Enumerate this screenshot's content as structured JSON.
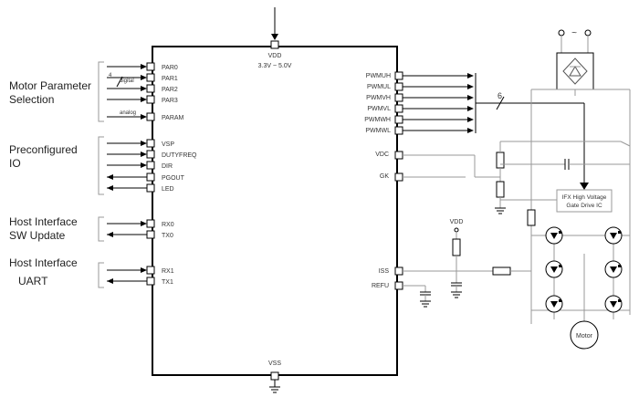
{
  "groups": {
    "motor_param_1": "Motor Parameter",
    "motor_param_2": "Selection",
    "preconf_1": "Preconfigured",
    "preconf_2": "IO",
    "host_sw_1": "Host Interface",
    "host_sw_2": "SW Update",
    "host_uart_1": "Host Interface",
    "host_uart_2": "UART"
  },
  "annotations": {
    "bus_count": "4",
    "digital": "digital",
    "analog": "analog",
    "pwm_bus_count": "6"
  },
  "supply": {
    "vdd_top": "VDD",
    "vdd_range": "3.3V ~ 5.0V",
    "vss": "VSS",
    "vdd_iss": "VDD"
  },
  "pins_left": [
    "PAR0",
    "PAR1",
    "PAR2",
    "PAR3",
    "PARAM",
    "VSP",
    "DUTYFREQ",
    "DIR",
    "PGOUT",
    "LED",
    "RX0",
    "TX0",
    "RX1",
    "TX1"
  ],
  "pins_right": [
    "PWMUH",
    "PWMUL",
    "PWMVH",
    "PWMVL",
    "PWMWH",
    "PWMWL",
    "VDC",
    "GK",
    "ISS",
    "REFU"
  ],
  "power": {
    "ac_symbol": "~",
    "gate_driver_1": "IFX High Voltage",
    "gate_driver_2": "Gate Drive IC",
    "motor": "Motor"
  }
}
